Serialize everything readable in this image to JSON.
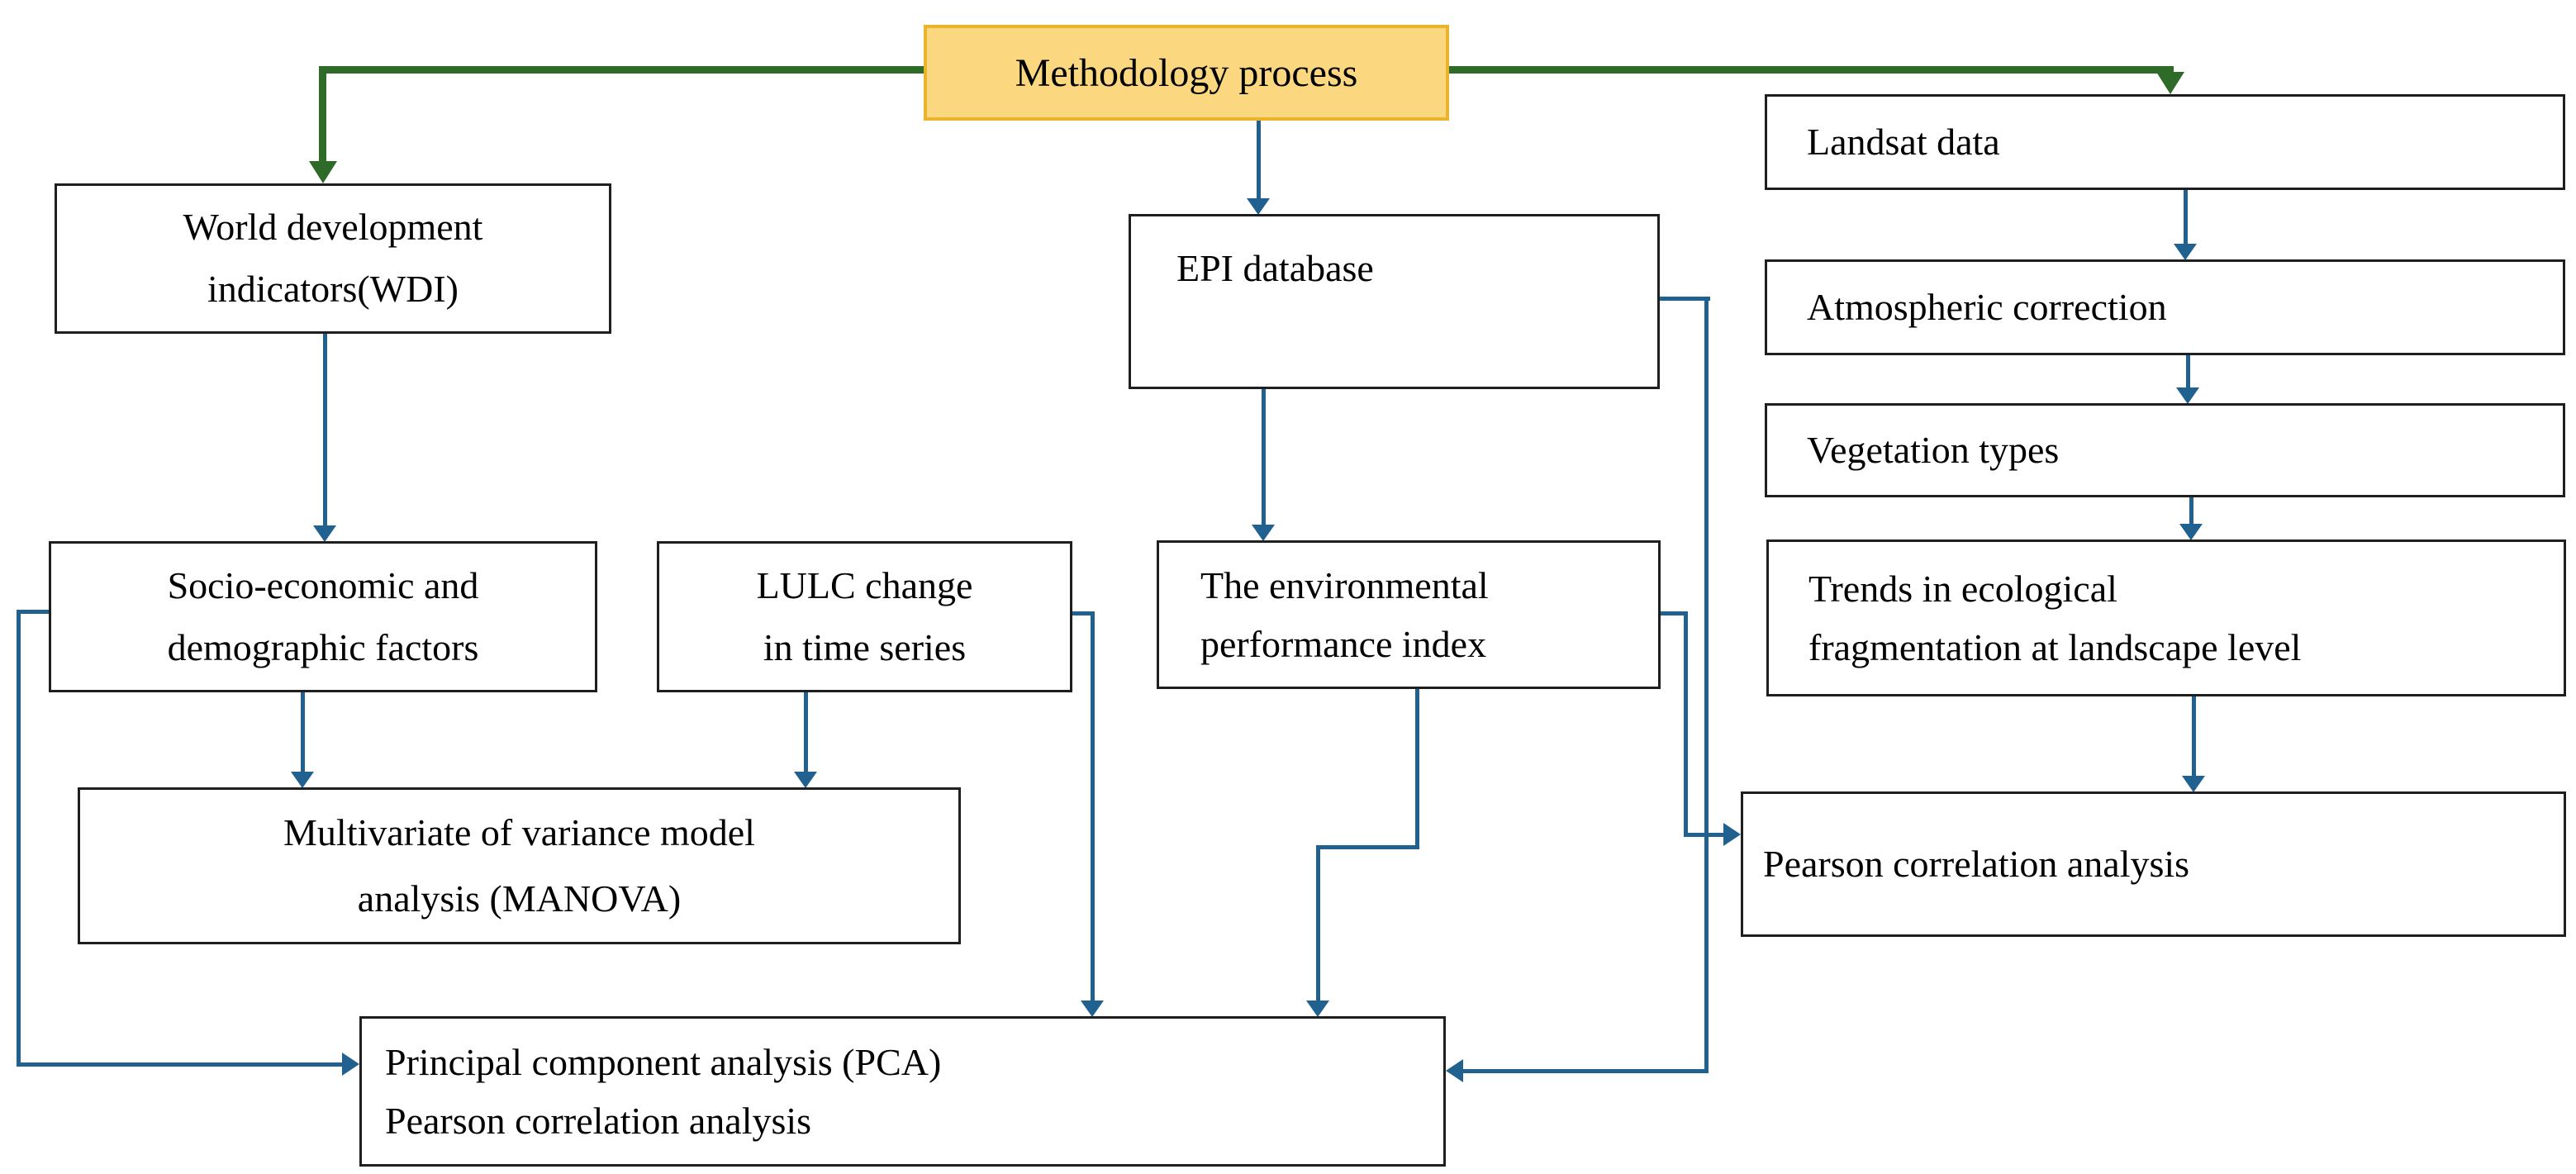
{
  "diagram": {
    "title": "Methodology process",
    "colors": {
      "connector_green": "#2e6a28",
      "connector_blue": "#20618f",
      "title_box_fill": "#fbd77f",
      "title_box_border": "#e9b32a",
      "box_border": "#1f1f1f",
      "text": "#000000",
      "background": "#ffffff"
    },
    "nodes": {
      "methodology": {
        "label": "Methodology process"
      },
      "wdi": {
        "label": "World development\nindicators(WDI)"
      },
      "epi": {
        "label": "EPI database"
      },
      "landsat": {
        "label": "Landsat data"
      },
      "atmospheric": {
        "label": "Atmospheric correction"
      },
      "vegetation": {
        "label": "Vegetation types"
      },
      "trends": {
        "label": "Trends in ecological\nfragmentation at landscape level"
      },
      "pearson_right": {
        "label": "Pearson correlation analysis"
      },
      "socio": {
        "label": "Socio-economic and\ndemographic factors"
      },
      "lulc": {
        "label": "LULC change\nin time series"
      },
      "env_index": {
        "label": "The environmental\nperformance index"
      },
      "manova": {
        "label": "Multivariate of variance model\nanalysis (MANOVA)"
      },
      "pca": {
        "label": "Principal component analysis (PCA)\nPearson correlation analysis"
      }
    }
  }
}
